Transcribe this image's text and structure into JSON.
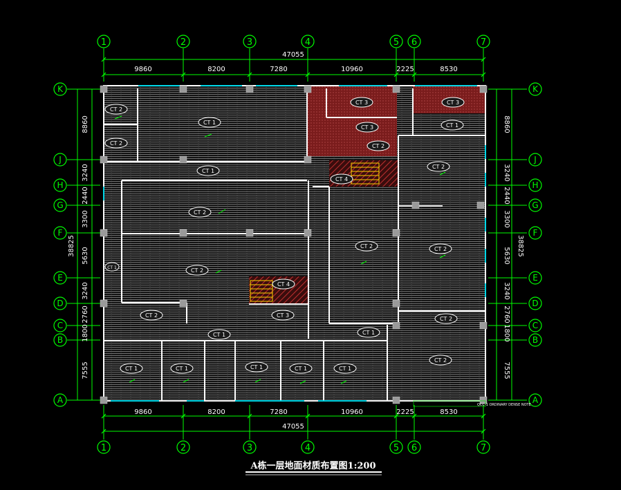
{
  "title": "A栋一层地面材质布置图1:200",
  "axis_columns": [
    "1",
    "2",
    "3",
    "4",
    "5",
    "6",
    "7"
  ],
  "axis_rows": [
    "K",
    "J",
    "H",
    "G",
    "F",
    "E",
    "D",
    "C",
    "B",
    "A"
  ],
  "col_dims_top": [
    "9860",
    "8200",
    "7280",
    "10960",
    "2225",
    "8530"
  ],
  "col_dims_bottom": [
    "9860",
    "8200",
    "7280",
    "10960",
    "2225",
    "8530"
  ],
  "total_width": "47055",
  "row_dims": [
    "8860",
    "3240",
    "2440",
    "3300",
    "5630",
    "3240",
    "2760",
    "1800",
    "7555"
  ],
  "total_height": "38825",
  "material_tags": {
    "ct1": "CT 1",
    "ct2": "CT 2",
    "ct3": "CT 3",
    "ct4": "CT 4"
  },
  "note_text": "QCC-1 ORDINARY DENSE NOTE",
  "colors": {
    "background": "#000000",
    "axis_green": "#00ff00",
    "wall_white": "#ffffff",
    "hatch_grey": "#8a8a8a",
    "column_grey": "#9a9a9a",
    "window_cyan": "#00d8e8",
    "tile_red": "#8a2222",
    "stair_yellow": "#ffd400",
    "title_white": "#ffffff"
  }
}
